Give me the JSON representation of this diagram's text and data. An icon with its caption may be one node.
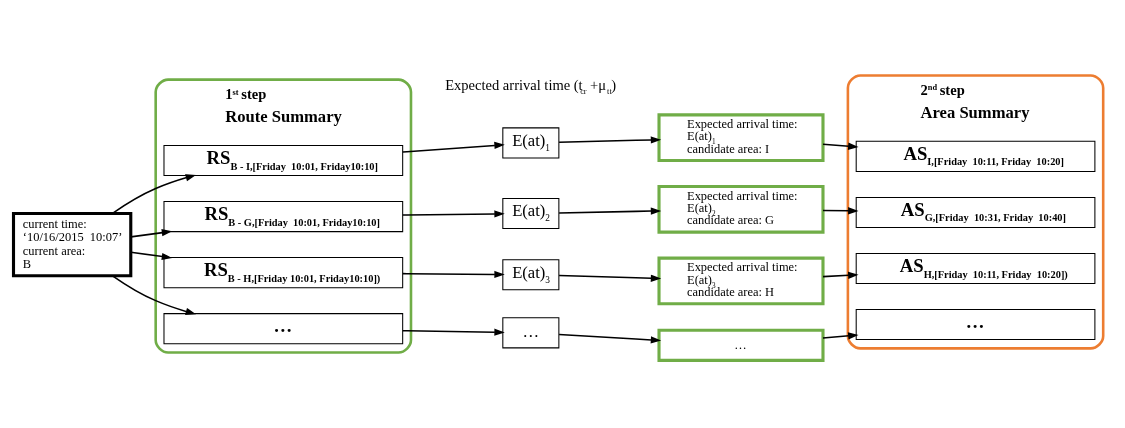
{
  "diagram": {
    "nodes": [
      {
        "text": [
          "current time:",
          "‘10/16/2015  10:07’",
          "current area:",
          "B"
        ]
      },
      {
        "text": [
          "1$^{st}$ step",
          "Route Summary"
        ]
      },
      {
        "text": [
          "RS$_{B - I,[Friday  10:01, Friday10:10]}$"
        ],
        "in": 1
      },
      {
        "text": [
          "RS$_{B - G,[Friday  10:01, Friday10:10]}$"
        ],
        "in": 1
      },
      {
        "text": [
          "RS$_{B - H,[Friday 10:01, Friday10:10])}$"
        ],
        "in": 1
      },
      {
        "text": [
          "…"
        ],
        "in": 1
      },
      {
        "text": [
          "E(at)$_{1}$"
        ]
      },
      {
        "text": [
          "E(at)$_{2}$"
        ]
      },
      {
        "text": [
          "E(at)$_{3}$"
        ]
      },
      {
        "text": [
          "…"
        ]
      },
      {
        "text": [
          "Expected arrival time:",
          "E(at)$_{1}$",
          "candidate area: I"
        ]
      },
      {
        "text": [
          "Expected arrival time:",
          "E(at)$_{2}$",
          "candidate area: G"
        ]
      },
      {
        "text": [
          "Expected arrival time:",
          "E(at)$_{3}$",
          "candidate area: H"
        ]
      },
      {
        "text": [
          "…"
        ]
      },
      {
        "text": [
          "2$^{nd}$ step",
          "Area Summary"
        ]
      },
      {
        "text": [
          "AS$_{I,[Friday  10:11, Friday  10:20]}$"
        ],
        "in": 14
      },
      {
        "text": [
          "AS$_{G,[Friday  10:31, Friday  10:40]}$"
        ],
        "in": 14
      },
      {
        "text": [
          "AS$_{H,[Friday  10:11, Friday  10:20])}$"
        ],
        "in": 14
      },
      {
        "text": [
          "…"
        ],
        "in": 14
      }
    ],
    "edges": [
      {
        "from": 0,
        "to": 2,
        "arrow": "to"
      },
      {
        "from": 0,
        "to": 3,
        "arrow": "to"
      },
      {
        "from": 0,
        "to": 4,
        "arrow": "to"
      },
      {
        "from": 0,
        "to": 5,
        "arrow": "to"
      },
      {
        "from": 2,
        "to": 6,
        "arrow": "to"
      },
      {
        "from": 3,
        "to": 7,
        "arrow": "to"
      },
      {
        "from": 4,
        "to": 8,
        "arrow": "to"
      },
      {
        "from": 5,
        "to": 9,
        "arrow": "to"
      },
      {
        "from": 6,
        "to": 10,
        "arrow": "to"
      },
      {
        "from": 7,
        "to": 11,
        "arrow": "to"
      },
      {
        "from": 8,
        "to": 12,
        "arrow": "to"
      },
      {
        "from": 9,
        "to": 13,
        "arrow": "to"
      },
      {
        "from": 10,
        "to": 15,
        "arrow": "to"
      },
      {
        "from": 11,
        "to": 16,
        "arrow": "to"
      },
      {
        "from": 12,
        "to": 17,
        "arrow": "to"
      },
      {
        "from": 13,
        "to": 18,
        "arrow": "to"
      }
    ],
    "labels": [
      "Expected arrival time (t$_{cr}$ +μ$_{tt}$)"
    ]
  }
}
